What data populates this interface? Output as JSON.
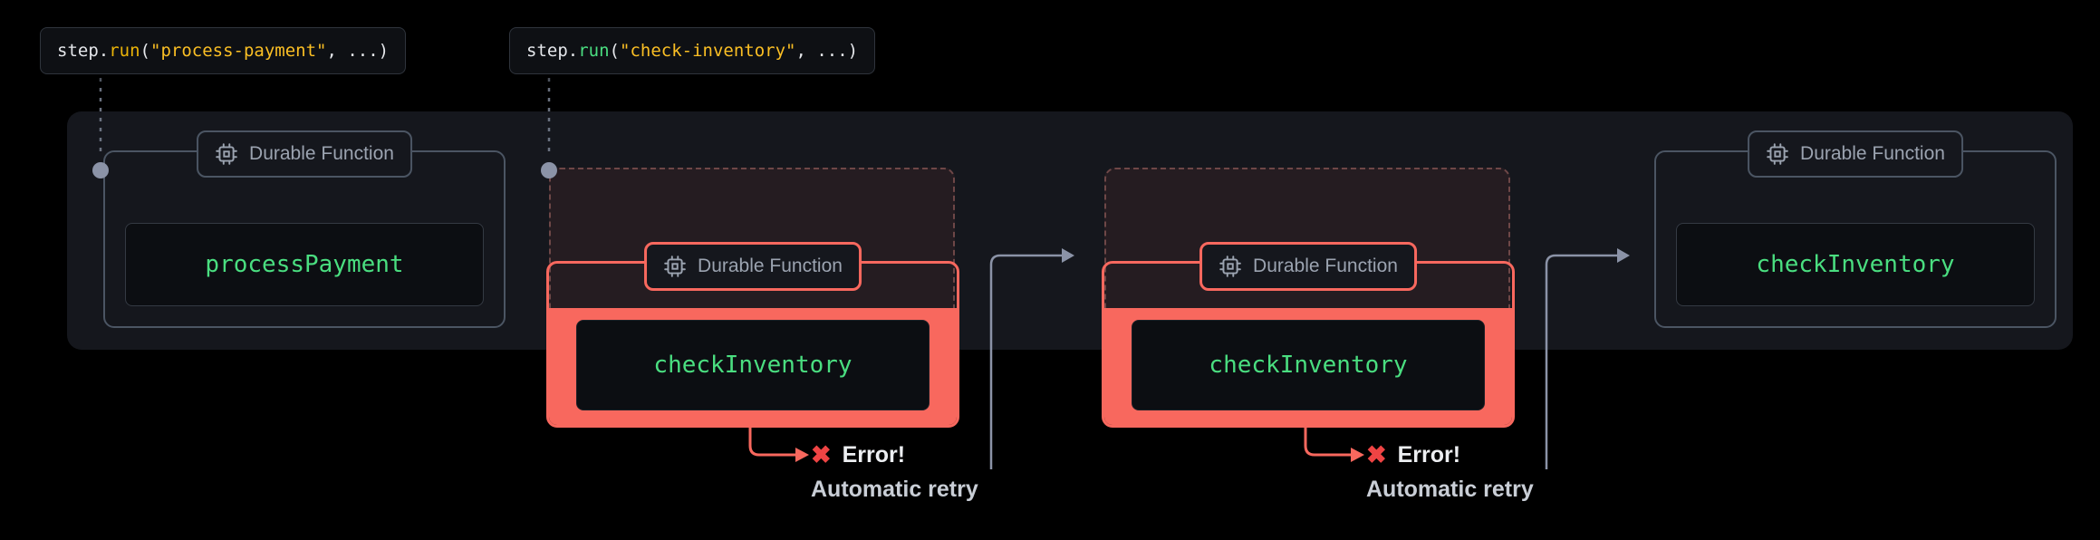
{
  "colors": {
    "red": "#f8685e",
    "green": "#4ade80",
    "grey-border": "#4b5563",
    "arrow-grey": "#8b93a7"
  },
  "tooltips": [
    {
      "name": "process-payment-step-call",
      "tokens": [
        {
          "text": "step",
          "color": "#e5e7eb"
        },
        {
          "text": ".",
          "color": "#e5e7eb"
        },
        {
          "text": "run",
          "color": "#eab308"
        },
        {
          "text": "(",
          "color": "#e5e7eb"
        },
        {
          "text": "\"process-payment\"",
          "color": "#fbbf24"
        },
        {
          "text": ", ...)",
          "color": "#e5e7eb"
        }
      ]
    },
    {
      "name": "check-inventory-step-call",
      "tokens": [
        {
          "text": "step",
          "color": "#e5e7eb"
        },
        {
          "text": ".",
          "color": "#e5e7eb"
        },
        {
          "text": "run",
          "color": "#4ade80"
        },
        {
          "text": "(",
          "color": "#e5e7eb"
        },
        {
          "text": "\"check-inventory\"",
          "color": "#fbbf24"
        },
        {
          "text": ", ...)",
          "color": "#e5e7eb"
        }
      ]
    }
  ],
  "cards": [
    {
      "type": "success",
      "chip_label": "Durable Function",
      "function_name": "processPayment"
    },
    {
      "type": "failed-attempt",
      "chip_label": "Durable Function",
      "function_name": "checkInventory"
    },
    {
      "type": "failed-attempt",
      "chip_label": "Durable Function",
      "function_name": "checkInventory"
    },
    {
      "type": "success",
      "chip_label": "Durable Function",
      "function_name": "checkInventory"
    }
  ],
  "errors": [
    {
      "icon": "✖",
      "title": "Error!",
      "subtitle": "Automatic retry"
    },
    {
      "icon": "✖",
      "title": "Error!",
      "subtitle": "Automatic retry"
    }
  ]
}
